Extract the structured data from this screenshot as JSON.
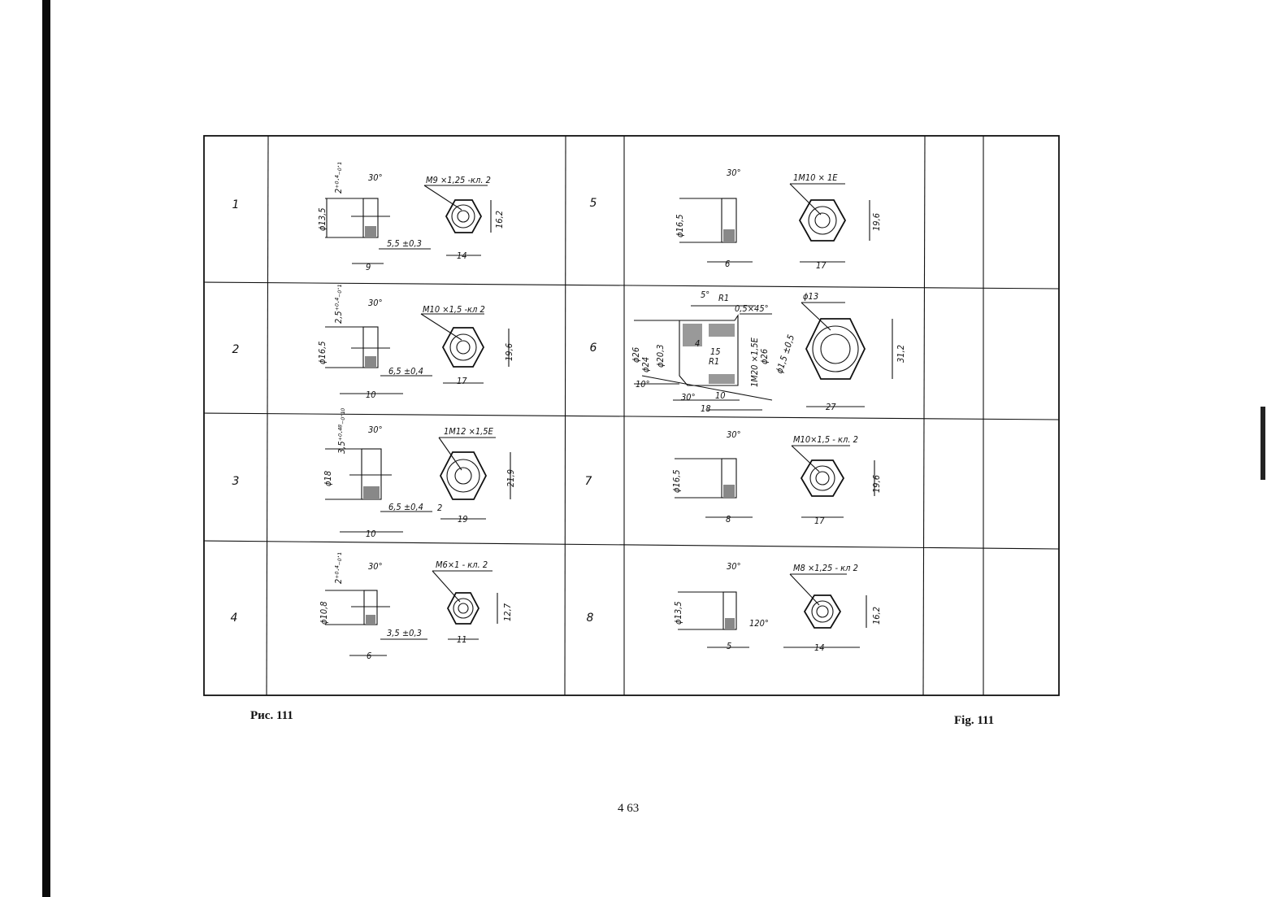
{
  "figure": {
    "caption_ru": "Рис. 111",
    "caption_en": "Fig. 111",
    "page_number": "4 63"
  },
  "rows": [
    {
      "left_num": "1",
      "right_num": "5"
    },
    {
      "left_num": "2",
      "right_num": "6"
    },
    {
      "left_num": "3",
      "right_num": "7"
    },
    {
      "left_num": "4",
      "right_num": "8"
    }
  ],
  "drawings": {
    "d1": {
      "thread": "M9 ×1,25 -кл. 2",
      "dia": "ϕ13,5",
      "slot": "2⁺⁰·⁴₋₀·₁",
      "angle": "30°",
      "height": "5,5 ±0,3",
      "width": "9",
      "hex": "14",
      "across": "16,2"
    },
    "d2": {
      "thread": "M10 ×1,5 -кл 2",
      "dia": "ϕ16,5",
      "slot": "2,5⁺⁰·⁴₋₀·₁",
      "angle": "30°",
      "height": "6,5 ±0,4",
      "width": "10",
      "hex": "17",
      "across": "19,6"
    },
    "d3": {
      "thread": "1M12 ×1,5E",
      "dia": "ϕ18",
      "slot": "3,5⁺⁰·⁴⁸₋₀·₁₀",
      "angle": "30°",
      "height": "6,5 ±0,4",
      "width": "10",
      "hex": "19",
      "across": "21,9",
      "extra": "2"
    },
    "d4": {
      "thread": "M6×1 - кл. 2",
      "dia": "ϕ10,8",
      "slot": "2⁺⁰·⁴₋₀·₁",
      "angle": "30°",
      "height": "3,5 ±0,3",
      "width": "6",
      "hex": "11",
      "across": "12,7"
    },
    "d5": {
      "thread": "1M10 × 1E",
      "dia": "ϕ16,5",
      "angle": "30°",
      "width": "6",
      "hex": "17",
      "across": "19,6"
    },
    "d6": {
      "dia_left": "ϕ26",
      "dia_in": "ϕ24",
      "dia_mid": "ϕ20,3",
      "angle_top": "5°",
      "r1": "R1",
      "chamfer": "0,5×45°",
      "thread": "1M20 ×1,5E",
      "dia_right": "ϕ26",
      "dia_small": "ϕ1,5 ±0,5",
      "n15": "15",
      "r1b": "R1",
      "n4": "4",
      "a10": "10°",
      "a30": "30°",
      "w10": "10",
      "w18": "18",
      "hole": "ϕ13",
      "hex": "27",
      "across": "31,2"
    },
    "d7": {
      "thread": "M10×1,5 - кл. 2",
      "dia": "ϕ16,5",
      "angle": "30°",
      "width": "8",
      "hex": "17",
      "across": "19,6"
    },
    "d8": {
      "thread": "M8 ×1,25 - кл 2",
      "dia": "ϕ13,5",
      "angle": "30°",
      "width": "5",
      "a120": "120°",
      "hex": "14",
      "across": "16,2"
    }
  }
}
